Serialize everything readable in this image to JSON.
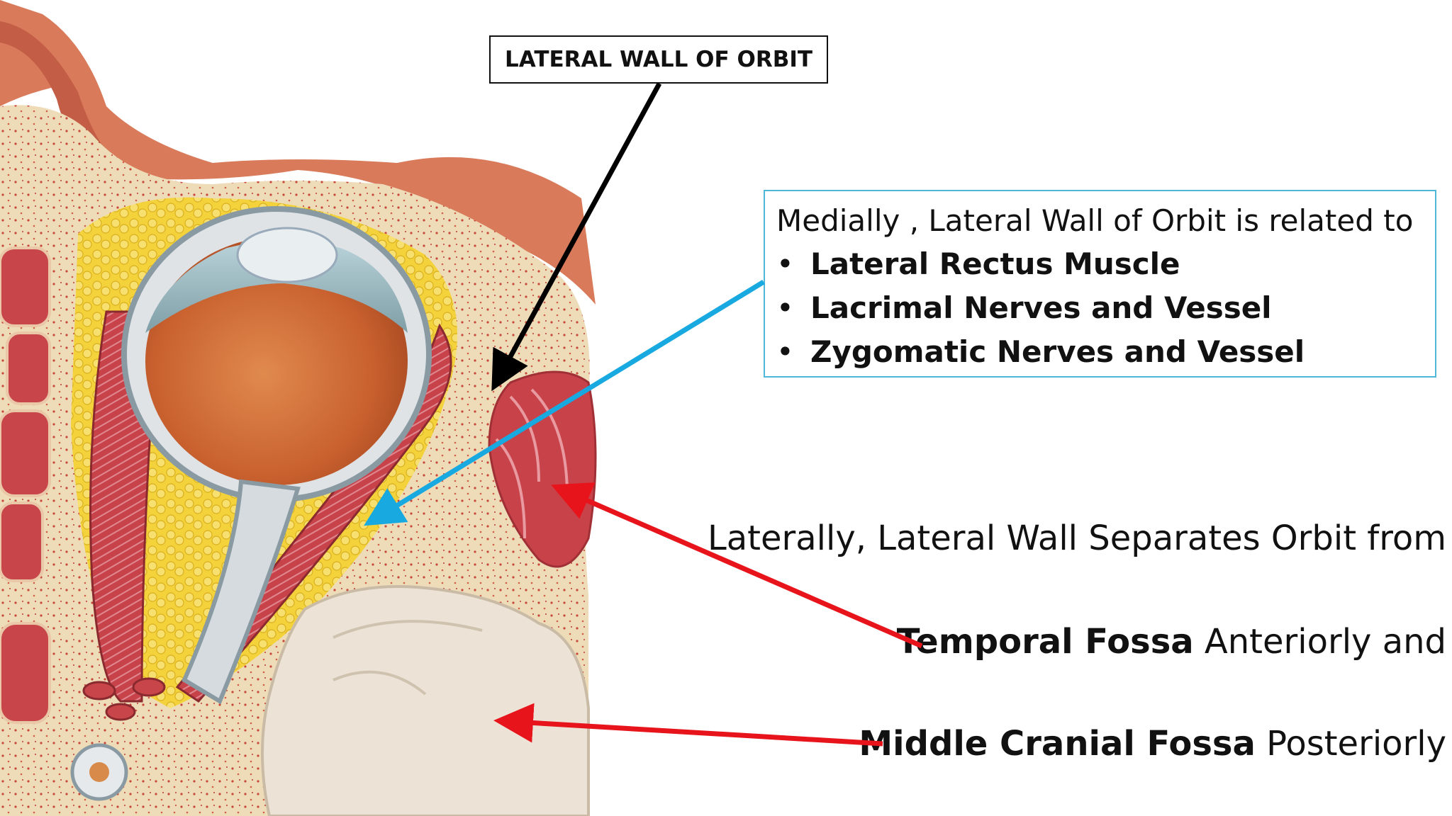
{
  "title": "LATERAL WALL OF ORBIT",
  "medial": {
    "intro": "Medially , Lateral Wall of Orbit is related to",
    "items": [
      "Lateral Rectus Muscle",
      "Lacrimal Nerves and Vessel",
      "Zygomatic Nerves and Vessel"
    ]
  },
  "lateral": {
    "intro": "Laterally, Lateral Wall Separates Orbit from",
    "line2_bold": "Temporal Fossa",
    "line2_rest": " Anteriorly and",
    "line3_bold": "Middle Cranial Fossa",
    "line3_rest": " Posteriorly"
  },
  "colors": {
    "title_arrow": "#000000",
    "medial_arrow": "#18a9e0",
    "lateral_arrows": "#e8141c",
    "medial_box_border": "#4fb8d8"
  }
}
